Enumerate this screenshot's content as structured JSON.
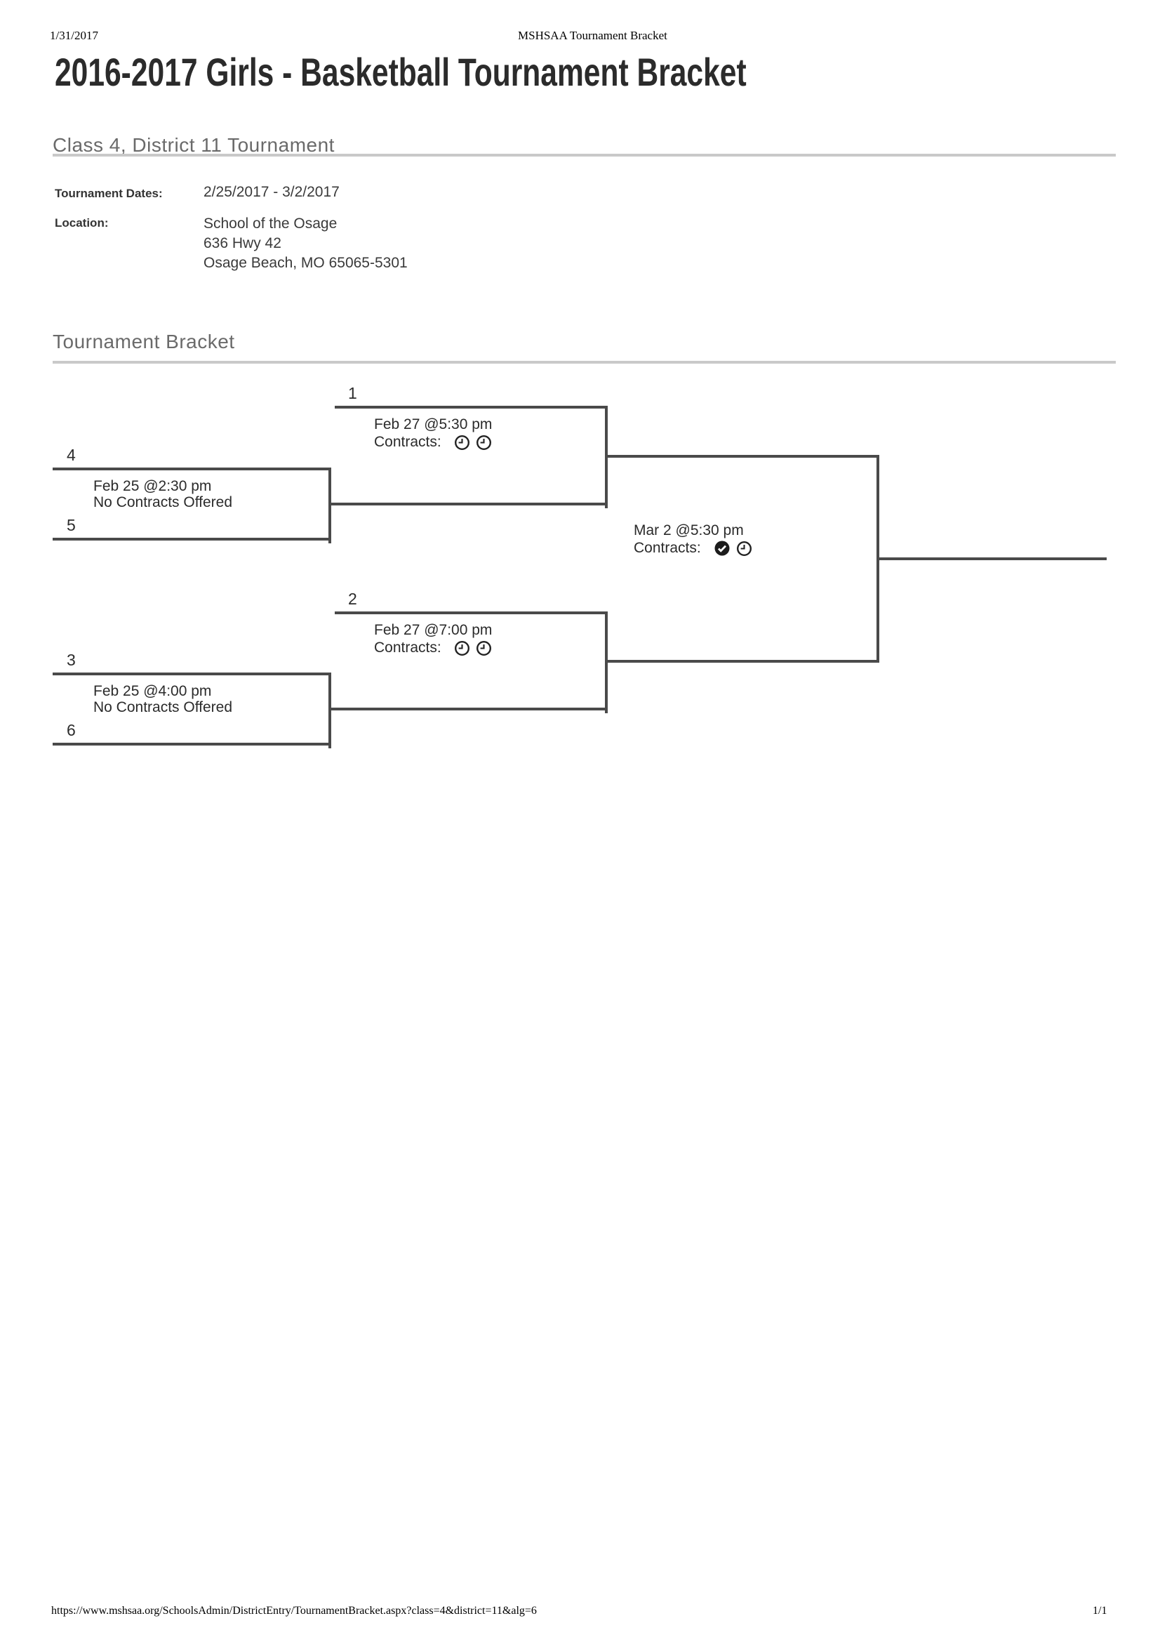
{
  "page": {
    "header_date": "1/31/2017",
    "header_title": "MSHSAA Tournament Bracket",
    "main_title": "2016-2017 Girls - Basketball Tournament Bracket",
    "footer_url": "https://www.mshsaa.org/SchoolsAdmin/DistrictEntry/TournamentBracket.aspx?class=4&district=11&alg=6",
    "footer_page": "1/1"
  },
  "tournament_info": {
    "heading": "Class 4, District 11 Tournament",
    "dates_label": "Tournament Dates:",
    "dates_value": "2/25/2017 - 3/2/2017",
    "location_label": "Location:",
    "location_lines": [
      "School of the Osage",
      "636 Hwy 42",
      "Osage Beach, MO 65065-5301"
    ]
  },
  "bracket": {
    "heading": "Tournament Bracket",
    "game1": {
      "label": "1",
      "time": "Feb 27 @5:30 pm",
      "contracts_label": "Contracts:",
      "icons": [
        "clock-icon",
        "clock-icon"
      ]
    },
    "game2": {
      "label": "2",
      "time": "Feb 27 @7:00 pm",
      "contracts_label": "Contracts:",
      "icons": [
        "clock-icon",
        "clock-icon"
      ]
    },
    "play_in_top": {
      "seed_top": "4",
      "seed_bottom": "5",
      "time": "Feb 25 @2:30 pm",
      "note": "No Contracts Offered"
    },
    "play_in_bottom": {
      "seed_top": "3",
      "seed_bottom": "6",
      "time": "Feb 25 @4:00 pm",
      "note": "No Contracts Offered"
    },
    "final": {
      "time": "Mar 2 @5:30 pm",
      "contracts_label": "Contracts:",
      "icons": [
        "check-circle-icon",
        "clock-icon"
      ]
    }
  },
  "colors": {
    "bracket_line": "#4a4a4a",
    "heading_rule": "#c9c9c9",
    "heading_text": "#6a6a6a",
    "body_text": "#2b2b2b"
  }
}
